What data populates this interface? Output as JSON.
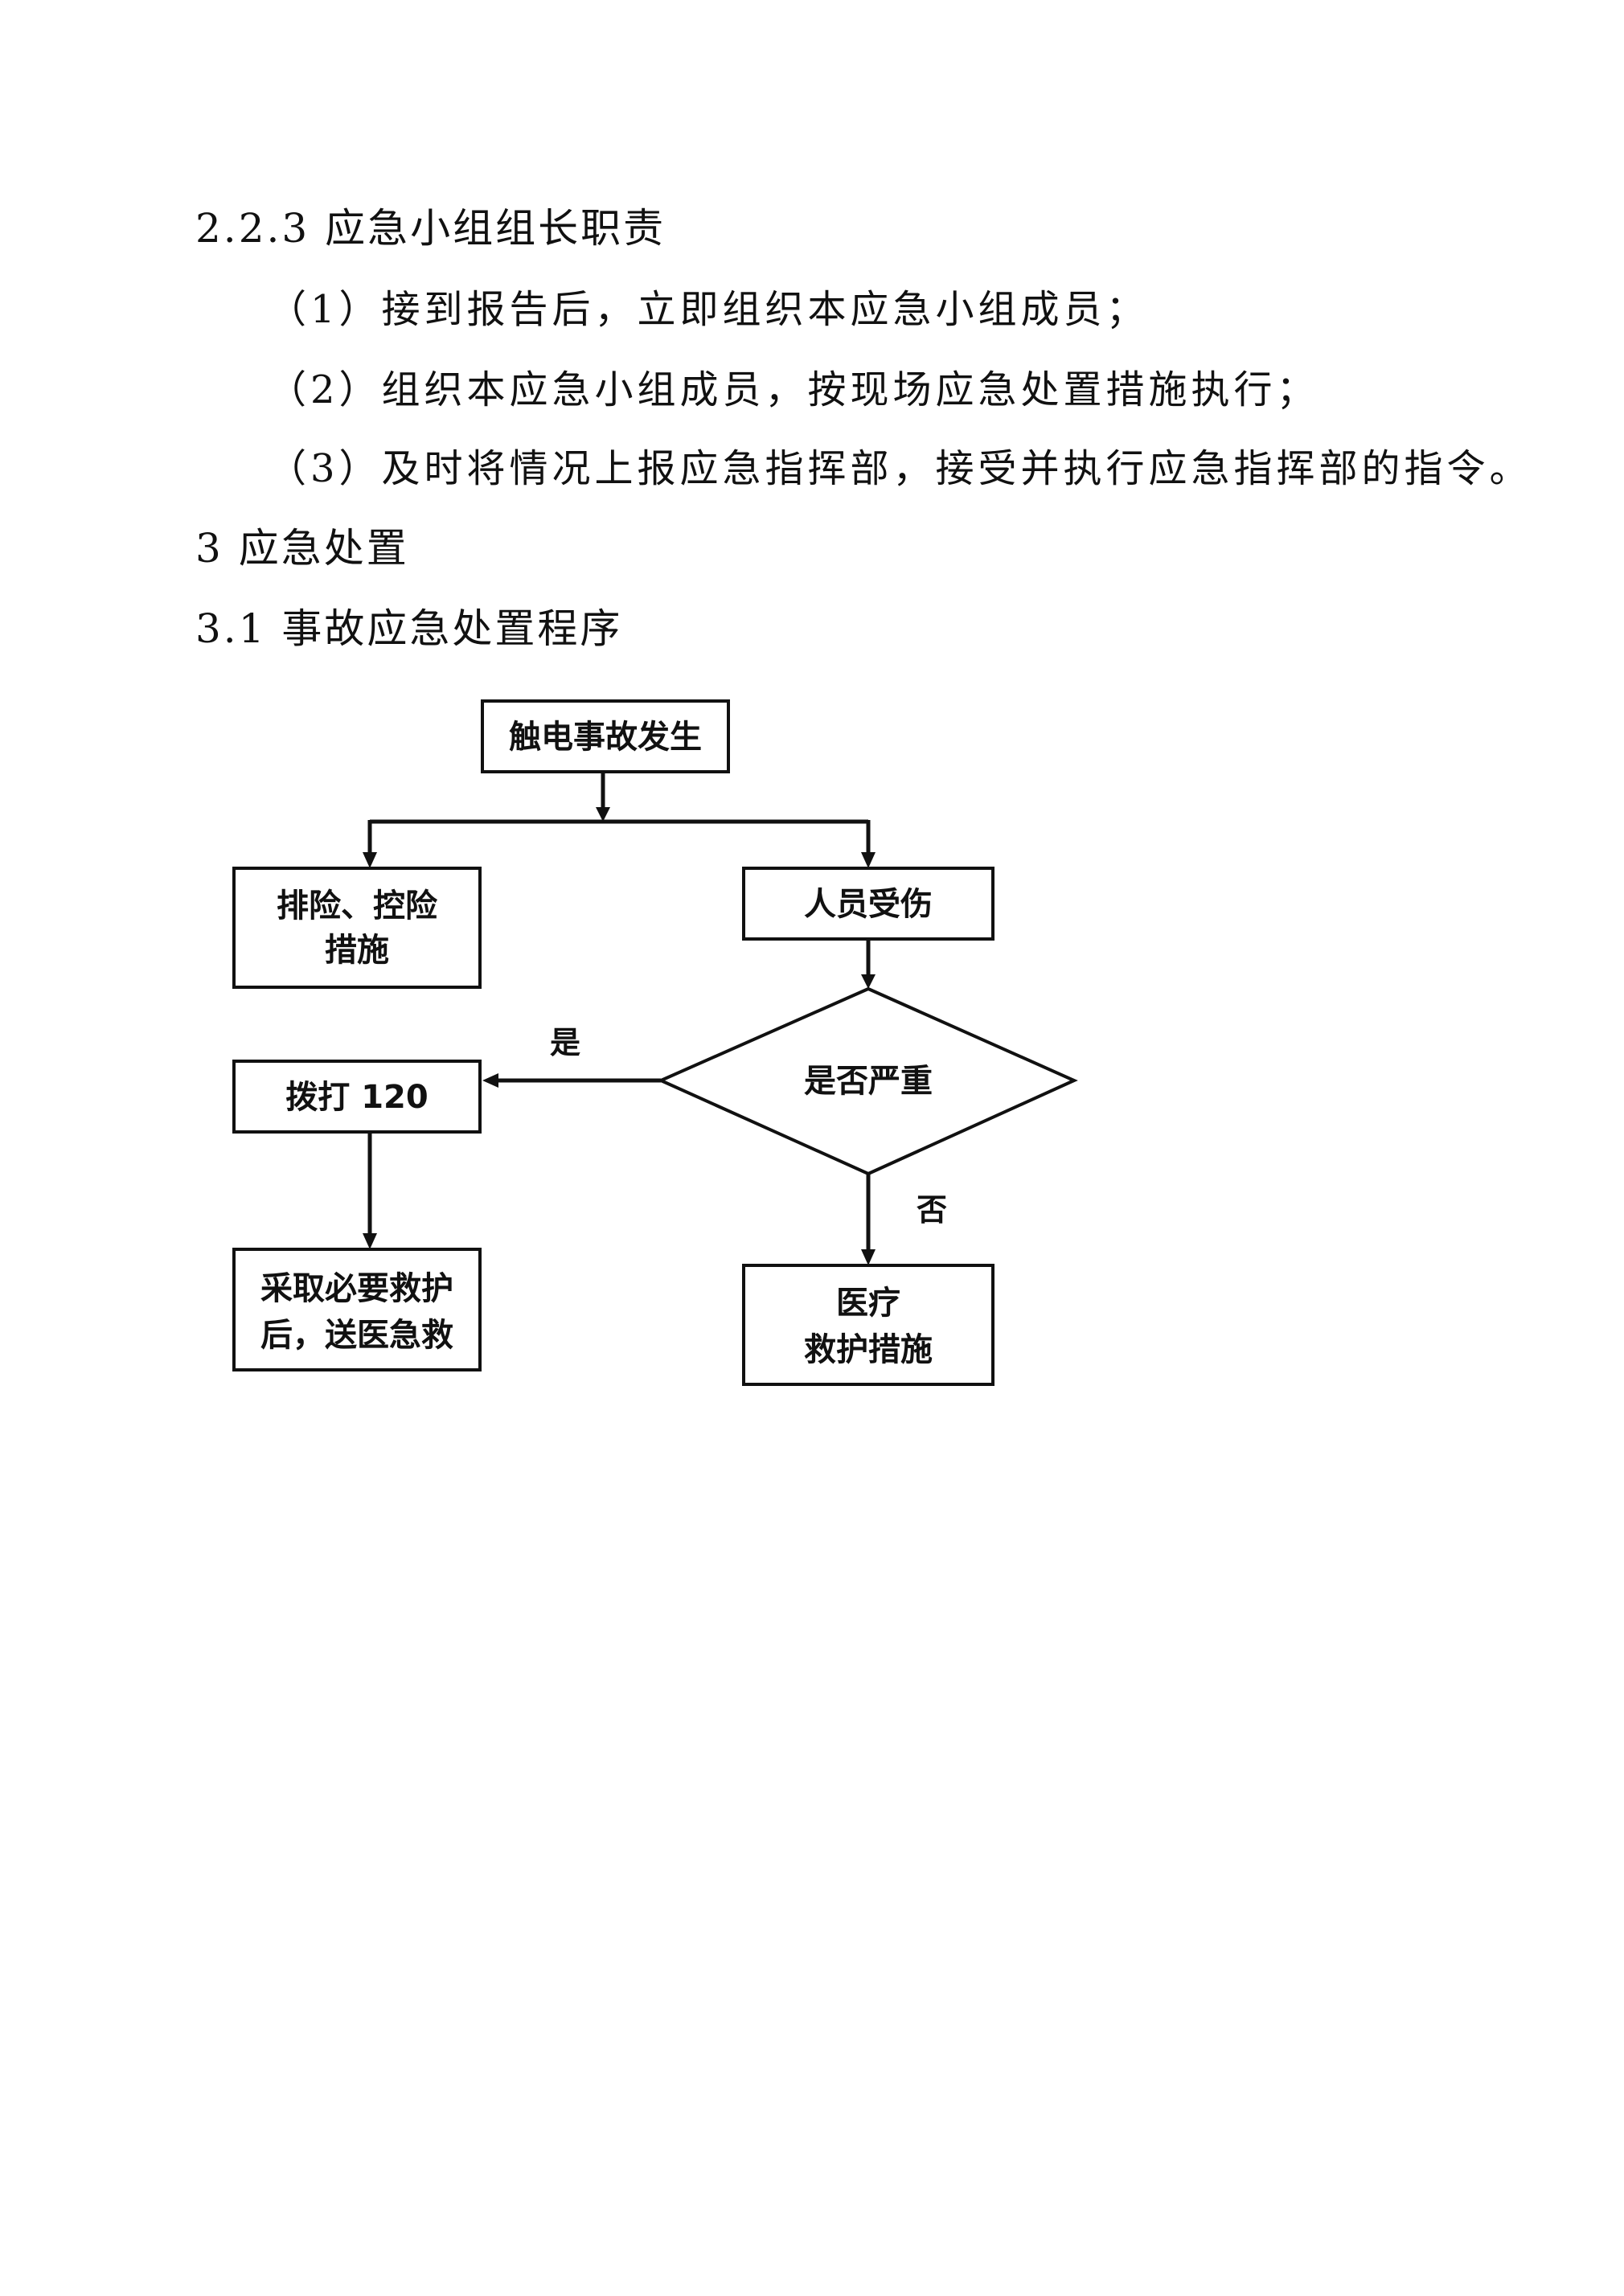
{
  "section_2_2_3": {
    "heading": "2.2.3 应急小组组长职责",
    "items": [
      "（1）接到报告后，立即组织本应急小组成员；",
      "（2）组织本应急小组成员，按现场应急处置措施执行；",
      "（3）及时将情况上报应急指挥部，接受并执行应急指挥部的指令。"
    ]
  },
  "section_3": {
    "heading": "3 应急处置"
  },
  "section_3_1": {
    "heading": "3.1 事故应急处置程序"
  },
  "flowchart": {
    "start": "触电事故发生",
    "left_branch": [
      "排险、控险",
      "措施"
    ],
    "right_branch": "人员受伤",
    "decision": "是否严重",
    "yes_label": "是",
    "no_label": "否",
    "call": "拨打 120",
    "transfer": [
      "采取必要救护",
      "后，送医急救"
    ],
    "treatment": [
      "医疗",
      "救护措施"
    ]
  }
}
